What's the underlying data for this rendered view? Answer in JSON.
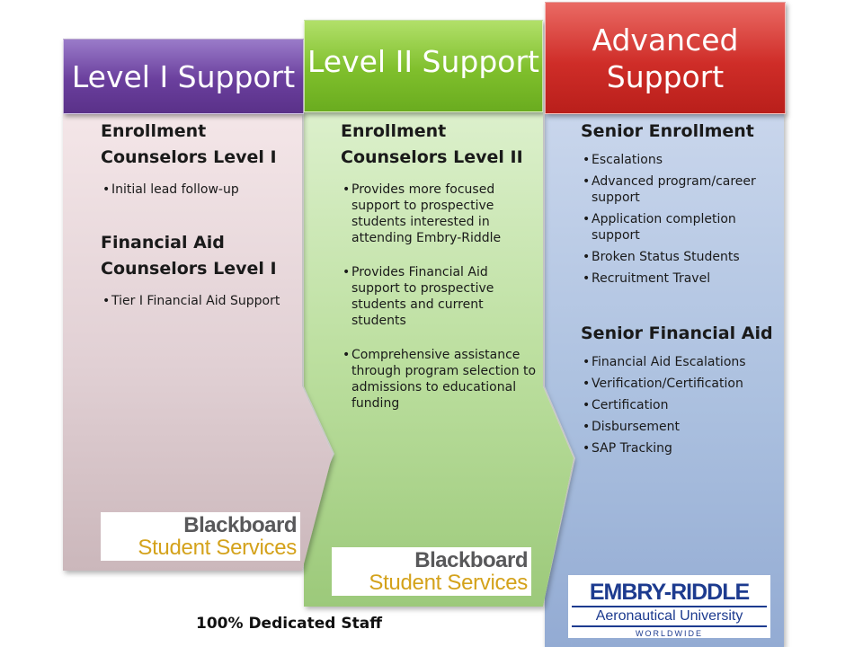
{
  "columns": [
    {
      "header": "Level I Support",
      "sections": [
        {
          "title": "Enrollment Counselors Level I",
          "bullets": [
            "Initial lead follow-up"
          ]
        },
        {
          "title": "Financial Aid Counselors Level I",
          "bullets": [
            "Tier I Financial Aid Support"
          ]
        }
      ],
      "logo": {
        "line1": "Blackboard",
        "line2": "Student Services"
      }
    },
    {
      "header": "Level II Support",
      "sections": [
        {
          "title": "Enrollment Counselors Level II",
          "bullets": [
            "Provides more focused support to prospective students interested in attending Embry-Riddle",
            "Provides Financial Aid support to prospective students and current students",
            "Comprehensive assistance through program selection to admissions to educational funding"
          ]
        }
      ],
      "logo": {
        "line1": "Blackboard",
        "line2": "Student Services"
      }
    },
    {
      "header": "Advanced Support",
      "sections": [
        {
          "title": "Senior Enrollment",
          "bullets": [
            "Escalations",
            "Advanced program/career support",
            "Application completion support",
            "Broken Status Students",
            "Recruitment Travel"
          ]
        },
        {
          "title": "Senior Financial Aid",
          "bullets": [
            "Financial Aid Escalations",
            "Verification/Certification",
            "Certification",
            "Disbursement",
            "SAP Tracking"
          ]
        }
      ],
      "logo": {
        "line1": "EMBRY-RIDDLE",
        "line2": "Aeronautical University",
        "line3": "WORLDWIDE"
      }
    }
  ],
  "footer": "100% Dedicated Staff",
  "colors": {
    "level1_header": "#6a3f9d",
    "level2_header": "#7fbf2c",
    "advanced_header": "#cf2d28",
    "level1_panel": "#e8d8dc",
    "level2_panel": "#bfe0a4",
    "advanced_panel": "#a9bfdf"
  }
}
